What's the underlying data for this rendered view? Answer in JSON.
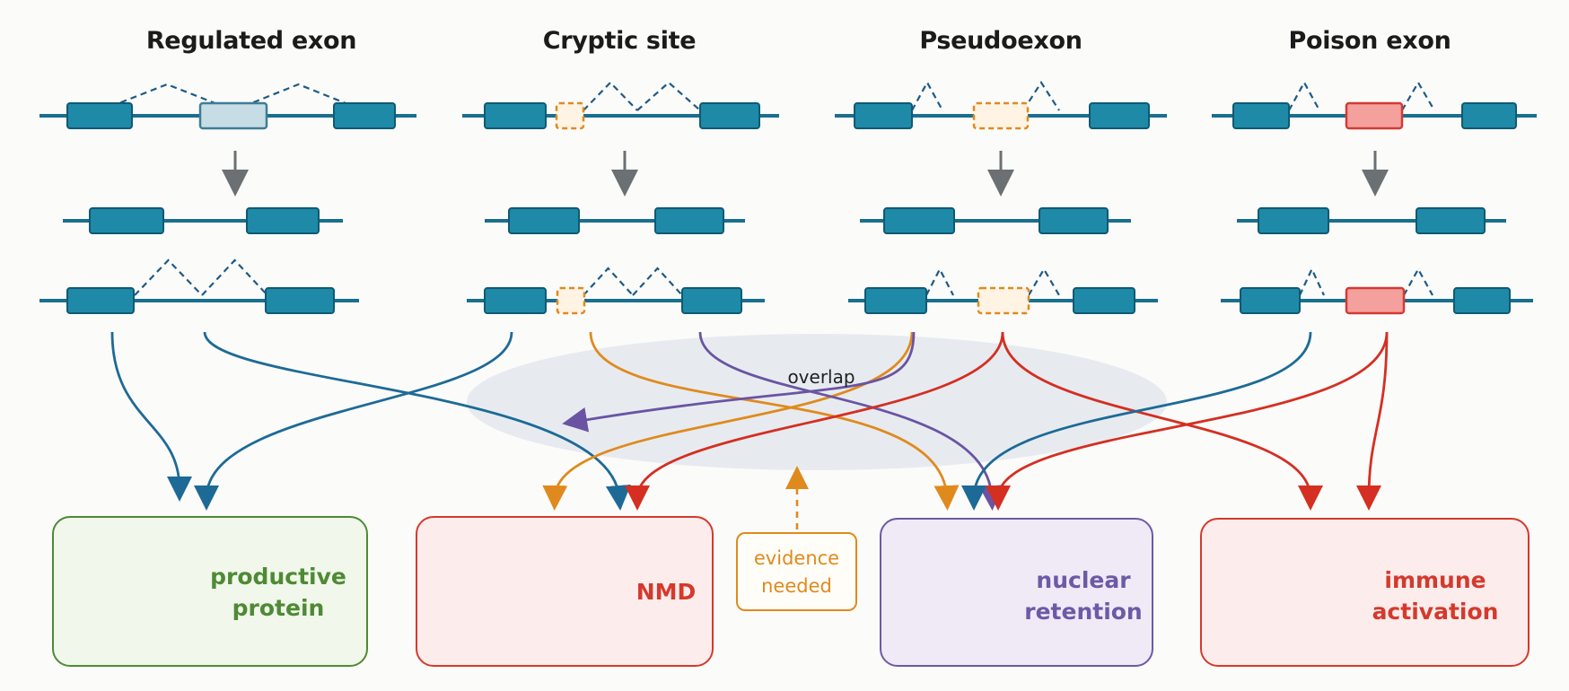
{
  "columns": [
    {
      "title": "Regulated exon",
      "exon_fill": "#c7dde6",
      "exon_stroke": "#3e7d97",
      "dashed_exon": false
    },
    {
      "title": "Cryptic site",
      "exon_fill": "#fff3e4",
      "exon_stroke": "#e08a1e",
      "dashed_exon": true
    },
    {
      "title": "Pseudoexon",
      "exon_fill": "#fff3e4",
      "exon_stroke": "#e08a1e",
      "dashed_exon": true
    },
    {
      "title": "Poison exon",
      "exon_fill": "#f4a09c",
      "exon_stroke": "#d23b34",
      "dashed_exon": false
    }
  ],
  "overlap_label": "overlap",
  "evidence": {
    "line1": "evidence",
    "line2": "needed"
  },
  "outcomes": [
    {
      "id": "productive",
      "line1": "productive",
      "line2": "protein",
      "color": "#4e8a35",
      "bg": "#f1f7ea",
      "icon": "protein-coil-icon"
    },
    {
      "id": "nmd",
      "line1": "NMD",
      "line2": "",
      "color": "#d43a2c",
      "bg": "#fdecec",
      "icon": "mrna-decay-icon"
    },
    {
      "id": "nuclear",
      "line1": "nuclear",
      "line2": "retention",
      "color": "#6c5aa6",
      "bg": "#efeaf6",
      "icon": "nucleus-icon"
    },
    {
      "id": "immune",
      "line1": "immune",
      "line2": "activation",
      "color": "#d43a2c",
      "bg": "#fdecec",
      "icon": "immune-cell-icon"
    }
  ],
  "colors": {
    "exon": "#1f8aa8",
    "exon_border": "#0e5a73",
    "intron": "#1a6f8e",
    "splice_dash": "#1f5a86",
    "arrow_gray": "#6b7073",
    "blue_flow": "#1d6a96",
    "orange_flow": "#e08a1e",
    "purple_flow": "#6a54a2",
    "red_flow": "#d42f22",
    "overlap_fill": "#e3e8ef"
  }
}
